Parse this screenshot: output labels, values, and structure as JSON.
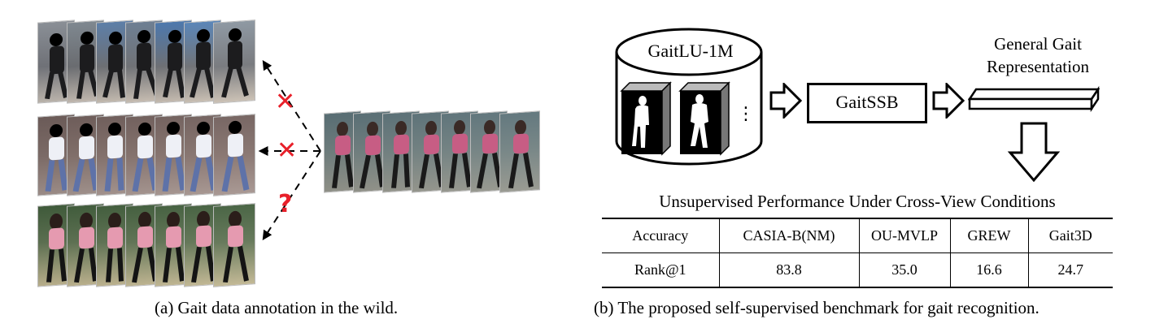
{
  "panel_a": {
    "caption": "(a) Gait data annotation in the wild.",
    "marks": [
      "✕",
      "✕",
      "?"
    ],
    "mark_color": "#e8202a"
  },
  "panel_b": {
    "caption": "(b) The proposed self-supervised benchmark for gait recognition.",
    "dataset_label": "GaitLU-1M",
    "ellipsis": "⋮",
    "model_label": "GaitSSB",
    "representation_label_line1": "General Gait",
    "representation_label_line2": "Representation",
    "table": {
      "title": "Unsupervised Performance Under Cross-View Conditions",
      "headers": [
        "Accuracy",
        "CASIA-B(NM)",
        "OU-MVLP",
        "GREW",
        "Gait3D"
      ],
      "rows": [
        [
          "Rank@1",
          "83.8",
          "35.0",
          "16.6",
          "24.7"
        ]
      ]
    }
  }
}
